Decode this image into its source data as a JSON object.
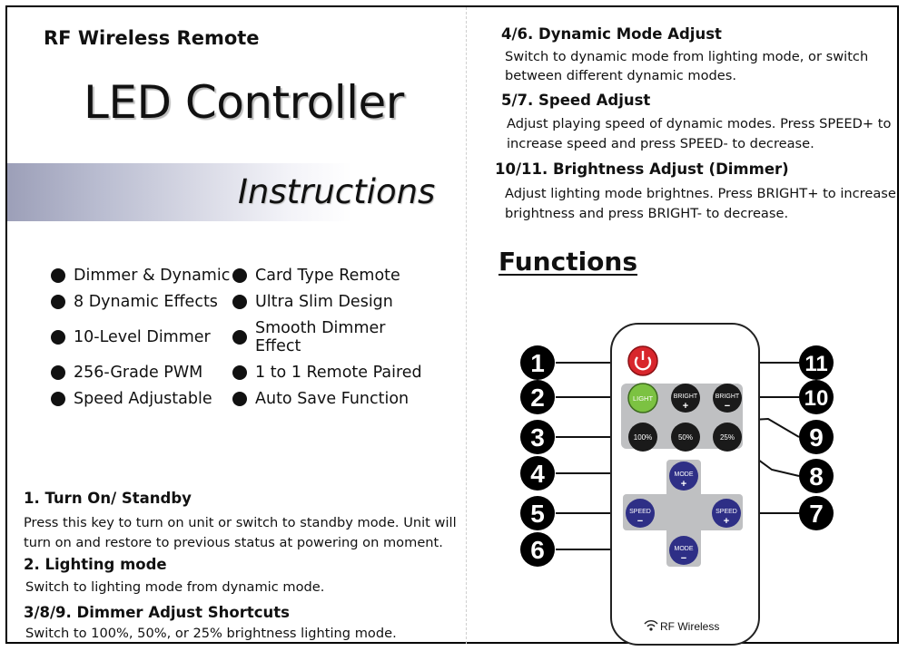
{
  "brand": "RF Wireless Remote",
  "title": "LED Controller",
  "subtitle": "Instructions",
  "features": [
    "Dimmer & Dynamic",
    "Card Type Remote",
    "8 Dynamic Effects",
    "Ultra Slim Design",
    "10-Level Dimmer",
    "Smooth Dimmer Effect",
    "256-Grade PWM",
    "1 to 1 Remote Paired",
    "Speed Adjustable",
    "Auto Save Function"
  ],
  "sections": [
    {
      "heading": "1. Turn On/ Standby",
      "line1": "Press this key to turn on unit or switch to standby mode. Unit will",
      "line2": "turn on and restore to previous status at powering on moment."
    },
    {
      "heading": "2. Lighting mode",
      "line1": "Switch to lighting  mode from dynamic mode."
    },
    {
      "heading": "3/8/9. Dimmer Adjust Shortcuts",
      "line1": "Switch to 100%, 50%, or 25%  brightness lighting mode."
    },
    {
      "heading": "4/6. Dynamic Mode Adjust",
      "line1": "Switch to dynamic mode from lighting mode, or switch",
      "line2": "between different dynamic modes."
    },
    {
      "heading": "5/7. Speed Adjust",
      "line1": "Adjust playing speed of dynamic modes. Press SPEED+ to",
      "line2": "increase speed and press SPEED- to decrease."
    },
    {
      "heading": "10/11. Brightness Adjust (Dimmer)",
      "line1": "Adjust lighting mode brightnes. Press BRIGHT+ to increase",
      "line2": "brightness and press BRIGHT- to decrease."
    }
  ],
  "functions_title": "Functions",
  "remote": {
    "light": "LIGHT",
    "bright": "BRIGHT",
    "plus": "+",
    "minus": "−",
    "p100": "100%",
    "p50": "50%",
    "p25": "25%",
    "mode": "MODE",
    "speed": "SPEED",
    "footer": "RF Wireless"
  },
  "callouts": [
    "1",
    "2",
    "3",
    "4",
    "5",
    "6",
    "7",
    "8",
    "9",
    "10",
    "11"
  ],
  "colors": {
    "power": "#d8262c",
    "light": "#7cc242",
    "gray_key": "#1a1a1a",
    "blue_key": "#2e2f86",
    "pad": "#bfc0c2"
  }
}
